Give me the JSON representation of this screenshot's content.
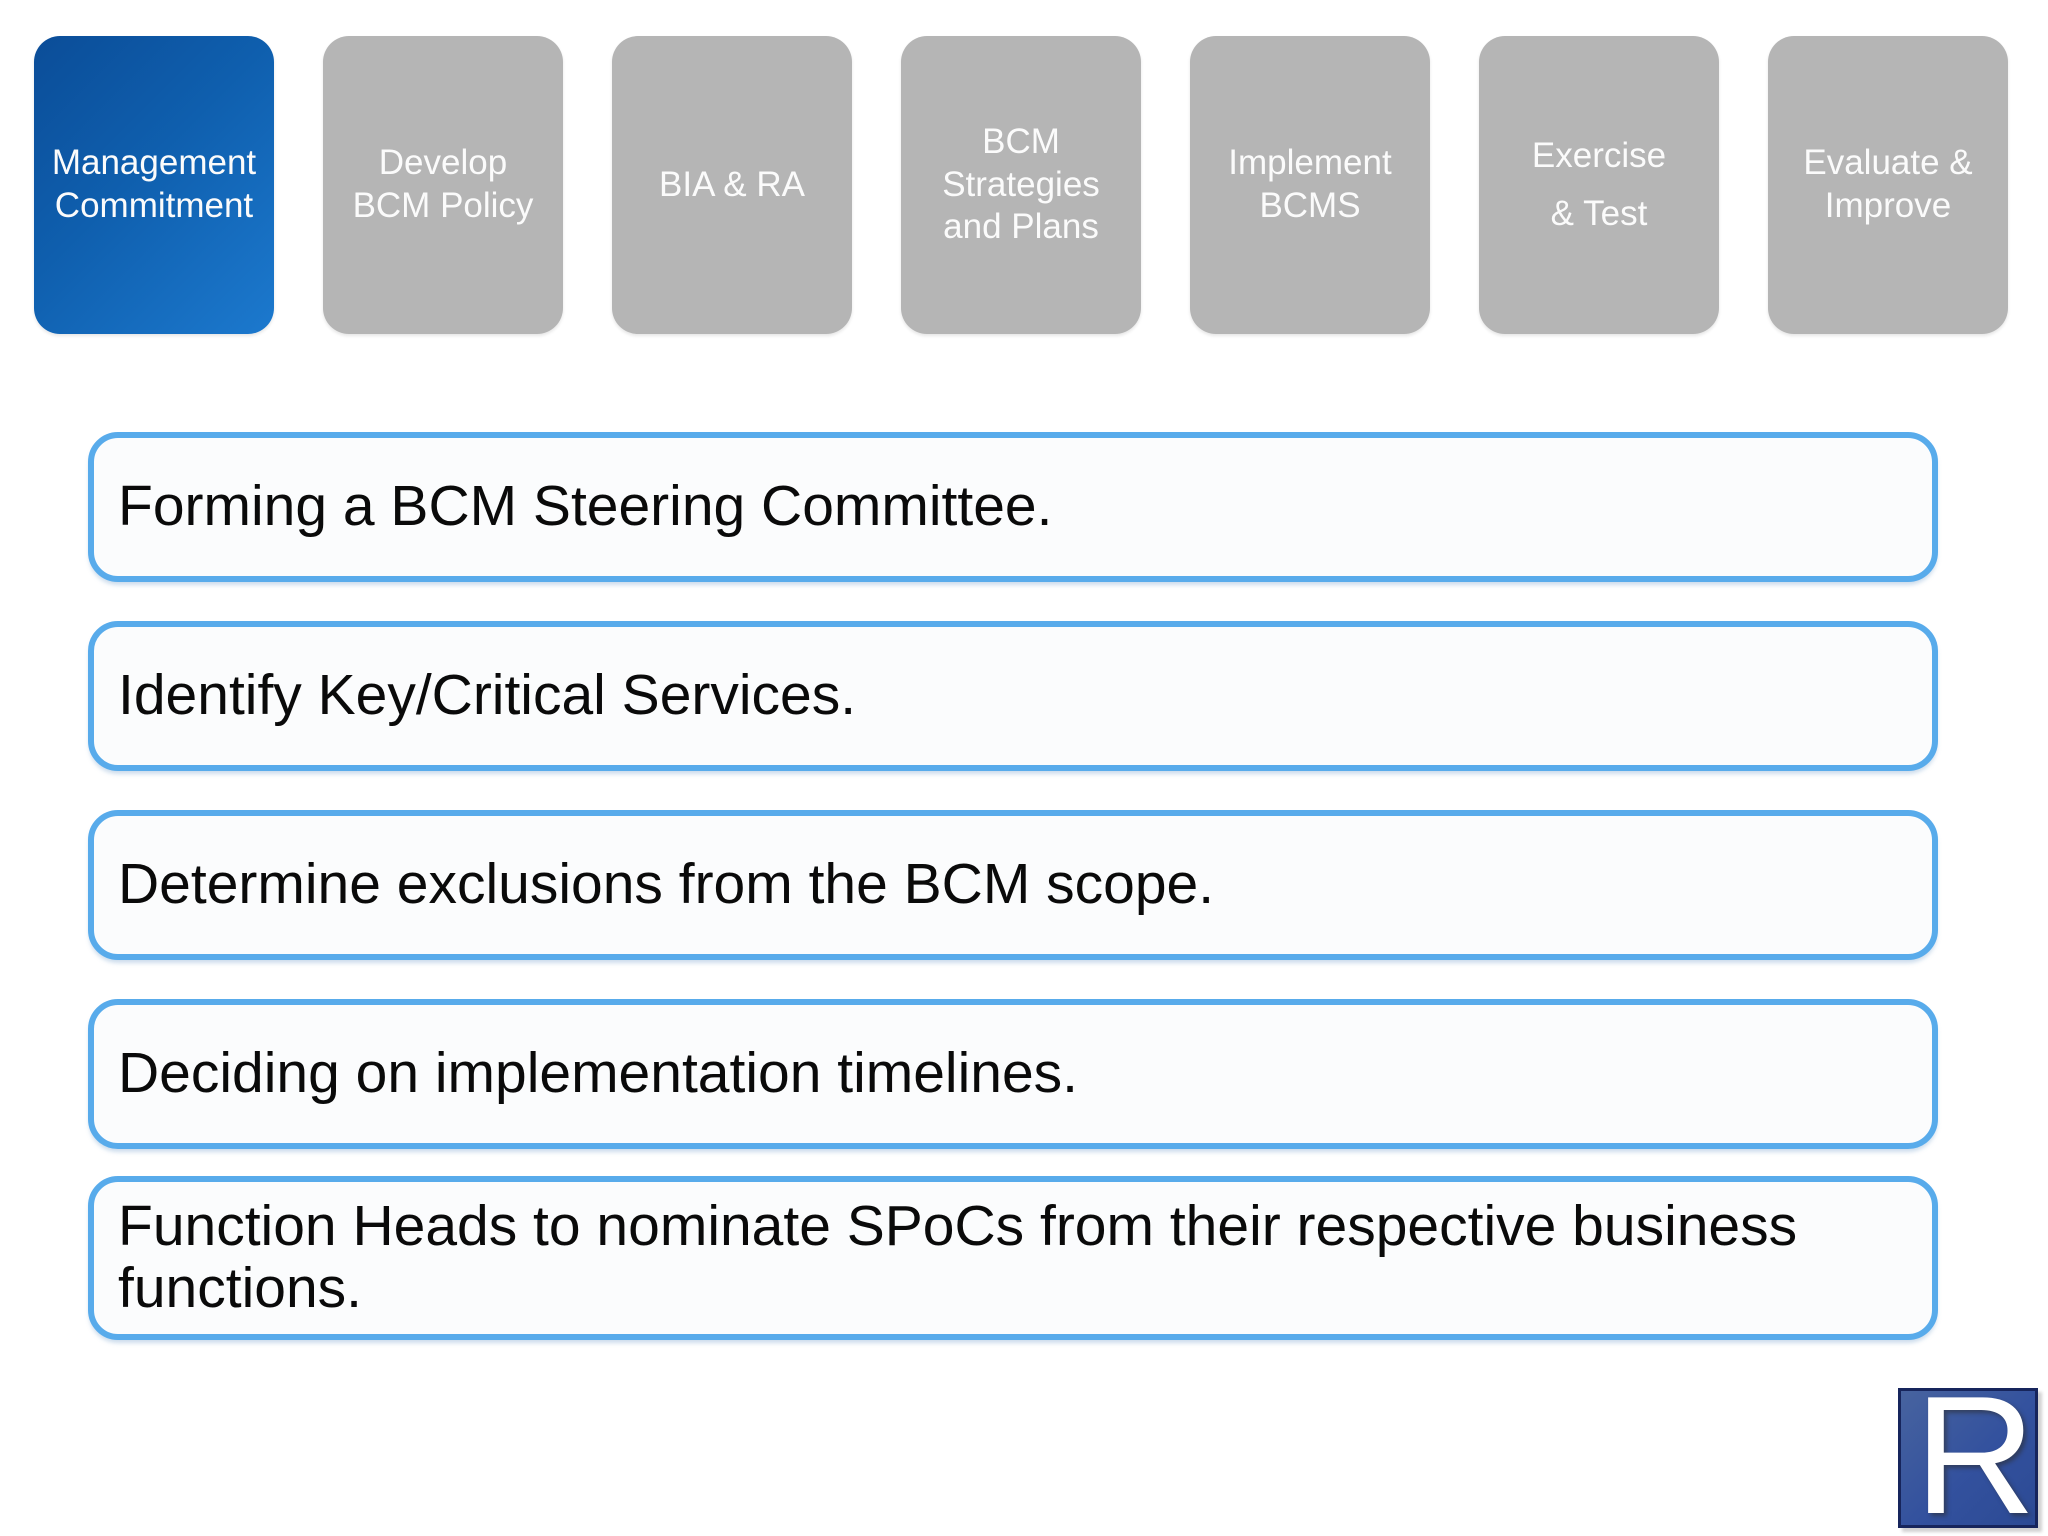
{
  "slide": {
    "background_color": "#ffffff"
  },
  "process_steps": {
    "active_color": "#0d5aa8",
    "inactive_color": "#b5b5b5",
    "text_color": "#ffffff",
    "items": [
      {
        "label": "Management\nCommitment",
        "state": "active"
      },
      {
        "label": "Develop\nBCM Policy",
        "state": "inactive"
      },
      {
        "label": "BIA & RA",
        "state": "inactive"
      },
      {
        "label": "BCM\nStrategies\nand Plans",
        "state": "inactive"
      },
      {
        "label": "Implement\nBCMS",
        "state": "inactive"
      },
      {
        "label": "Exercise\n& Test",
        "state": "inactive"
      },
      {
        "label": "Evaluate &\nImprove",
        "state": "inactive"
      }
    ]
  },
  "activities": {
    "border_color": "#58abeb",
    "text_color": "#000000",
    "items": [
      "Forming a BCM Steering Committee.",
      "Identify Key/Critical Services.",
      "Determine exclusions from the BCM scope.",
      "Deciding on implementation timelines.",
      "Function Heads to nominate SPoCs from their respective business\nfunctions."
    ]
  },
  "logo": {
    "letter": "R",
    "background_color": "#33519e",
    "border_color": "#17255c",
    "letter_color": "#ffffff"
  }
}
